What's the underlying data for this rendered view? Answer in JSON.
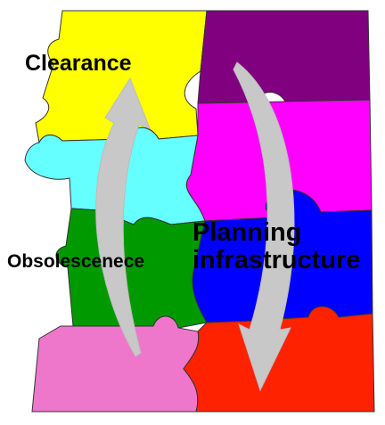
{
  "labels": {
    "clearance": "Clearance",
    "obsolescence": "Obsolescenece",
    "planning": "Planning infrastructure"
  },
  "colors": {
    "yellow": "#FFFF00",
    "purple": "#800080",
    "magenta": "#FF00FF",
    "cyan": "#66FFFF",
    "blue": "#0000FF",
    "green": "#009900",
    "pink": "#EE77CC",
    "red": "#FF2200",
    "arrow": "#C8C8C8",
    "outline": "#333333"
  },
  "icons": [
    "cycle-arrow-left-icon",
    "cycle-arrow-right-icon"
  ]
}
